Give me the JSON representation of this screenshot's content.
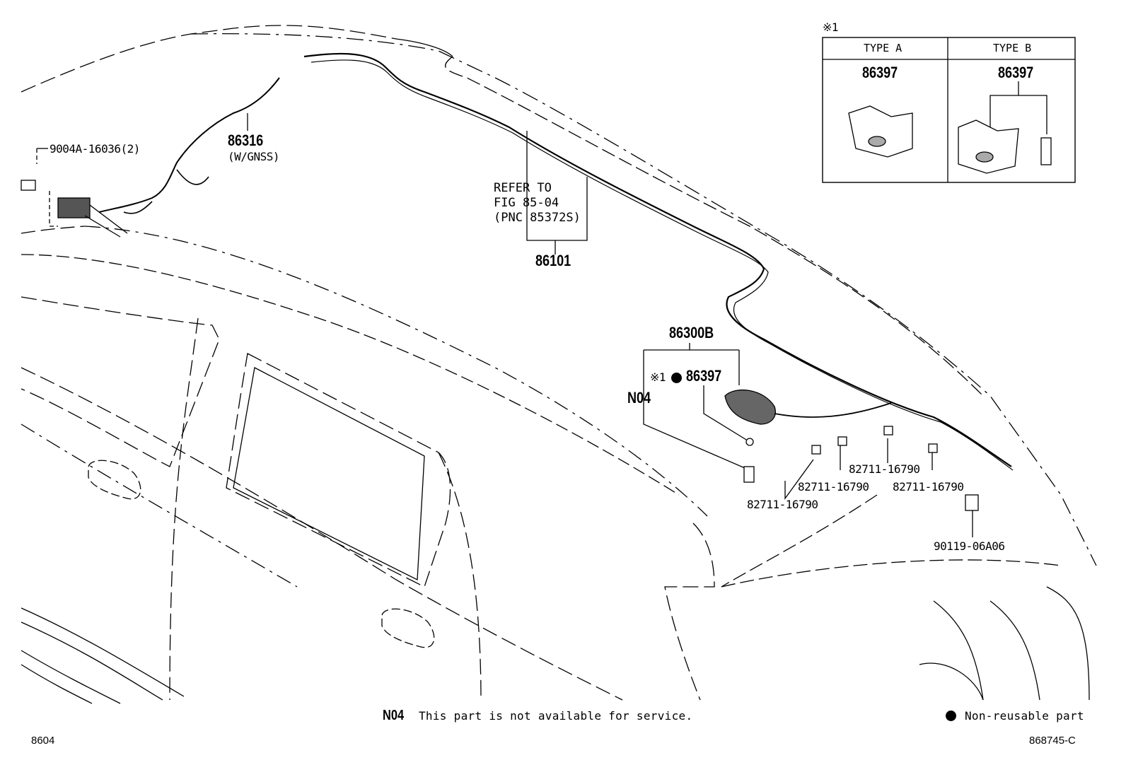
{
  "labels": {
    "bolt_top_left": "9004A-16036(2)",
    "pnc_86316": "86316",
    "gnss_note": "(W/GNSS)",
    "refer_line1": "REFER TO",
    "refer_line2": "FIG 85-04",
    "refer_line3": "(PNC 85372S)",
    "pnc_86101": "86101",
    "pnc_86300B": "86300B",
    "pnc_86397_main_prefix": "※1",
    "pnc_86397_main": "86397",
    "n04_label": "N04",
    "clip_1": "82711-16790",
    "clip_2": "82711-16790",
    "clip_3": "82711-16790",
    "clip_4": "82711-16790",
    "bolt_bottom_right": "90119-06A06"
  },
  "inset": {
    "ref": "※1",
    "type_a": "TYPE A",
    "type_b": "TYPE B",
    "part_a": "86397",
    "part_b": "86397"
  },
  "footer": {
    "n04_code": "N04",
    "n04_text": "This part is not available for service.",
    "nonreusable_text": "Non-reusable part",
    "figure_code": "8604",
    "drawing_code": "868745-C"
  }
}
